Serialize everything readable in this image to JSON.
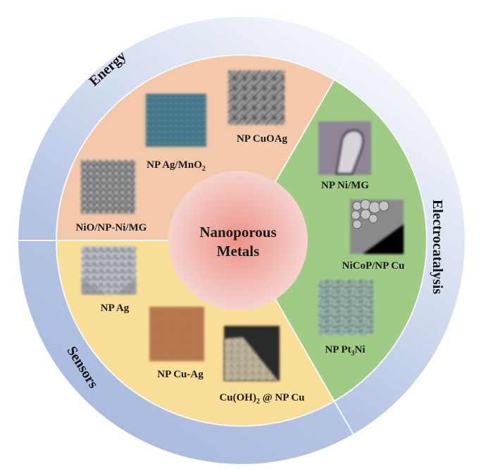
{
  "center": {
    "line1": "Nanoporous",
    "line2": "Metals"
  },
  "colors": {
    "ring_light": "#eef1f8",
    "ring_dark": "#a9bbde",
    "energy": "#f3c8ab",
    "electrocatalysis": "#9fcb85",
    "sensors": "#f8de97",
    "center_core": "#ee9e94",
    "center_edge": "#f5cfcb",
    "divider": "#f4f4f4"
  },
  "sectors": {
    "energy": {
      "title": "Energy",
      "items": [
        {
          "label_main": "NP Ag/MnO",
          "label_sub": "2",
          "image": "sem-blue-nanoporous"
        },
        {
          "label_main": "NP CuOAg",
          "label_sub": "",
          "image": "sem-gray-nanowires"
        },
        {
          "label_main": "NiO/NP-Ni/MG",
          "label_sub": "",
          "image": "sem-gray-nanoflakes"
        }
      ]
    },
    "electrocatalysis": {
      "title": "Electrocatalysis",
      "items": [
        {
          "label_main": "NP Ni/MG",
          "label_sub": "",
          "image": "sem-purple-wire"
        },
        {
          "label_main": "NiCoP/NP Cu",
          "label_sub": "",
          "image": "sem-gray-spheres"
        },
        {
          "label_pre": "NP Pt",
          "label_sub": "3",
          "label_post": "Ni",
          "image": "sem-green-network"
        }
      ]
    },
    "sensors": {
      "title": "Sensors",
      "items": [
        {
          "label_main": "NP Ag",
          "label_sub": "",
          "image": "sem-gray-ligaments"
        },
        {
          "label_main": "NP Cu-Ag",
          "label_sub": "",
          "image": "sem-copper-porous"
        },
        {
          "label_pre": "Cu(OH)",
          "label_sub": "2",
          "label_post": " @ NP Cu",
          "image": "sem-tan-needles"
        }
      ]
    }
  }
}
